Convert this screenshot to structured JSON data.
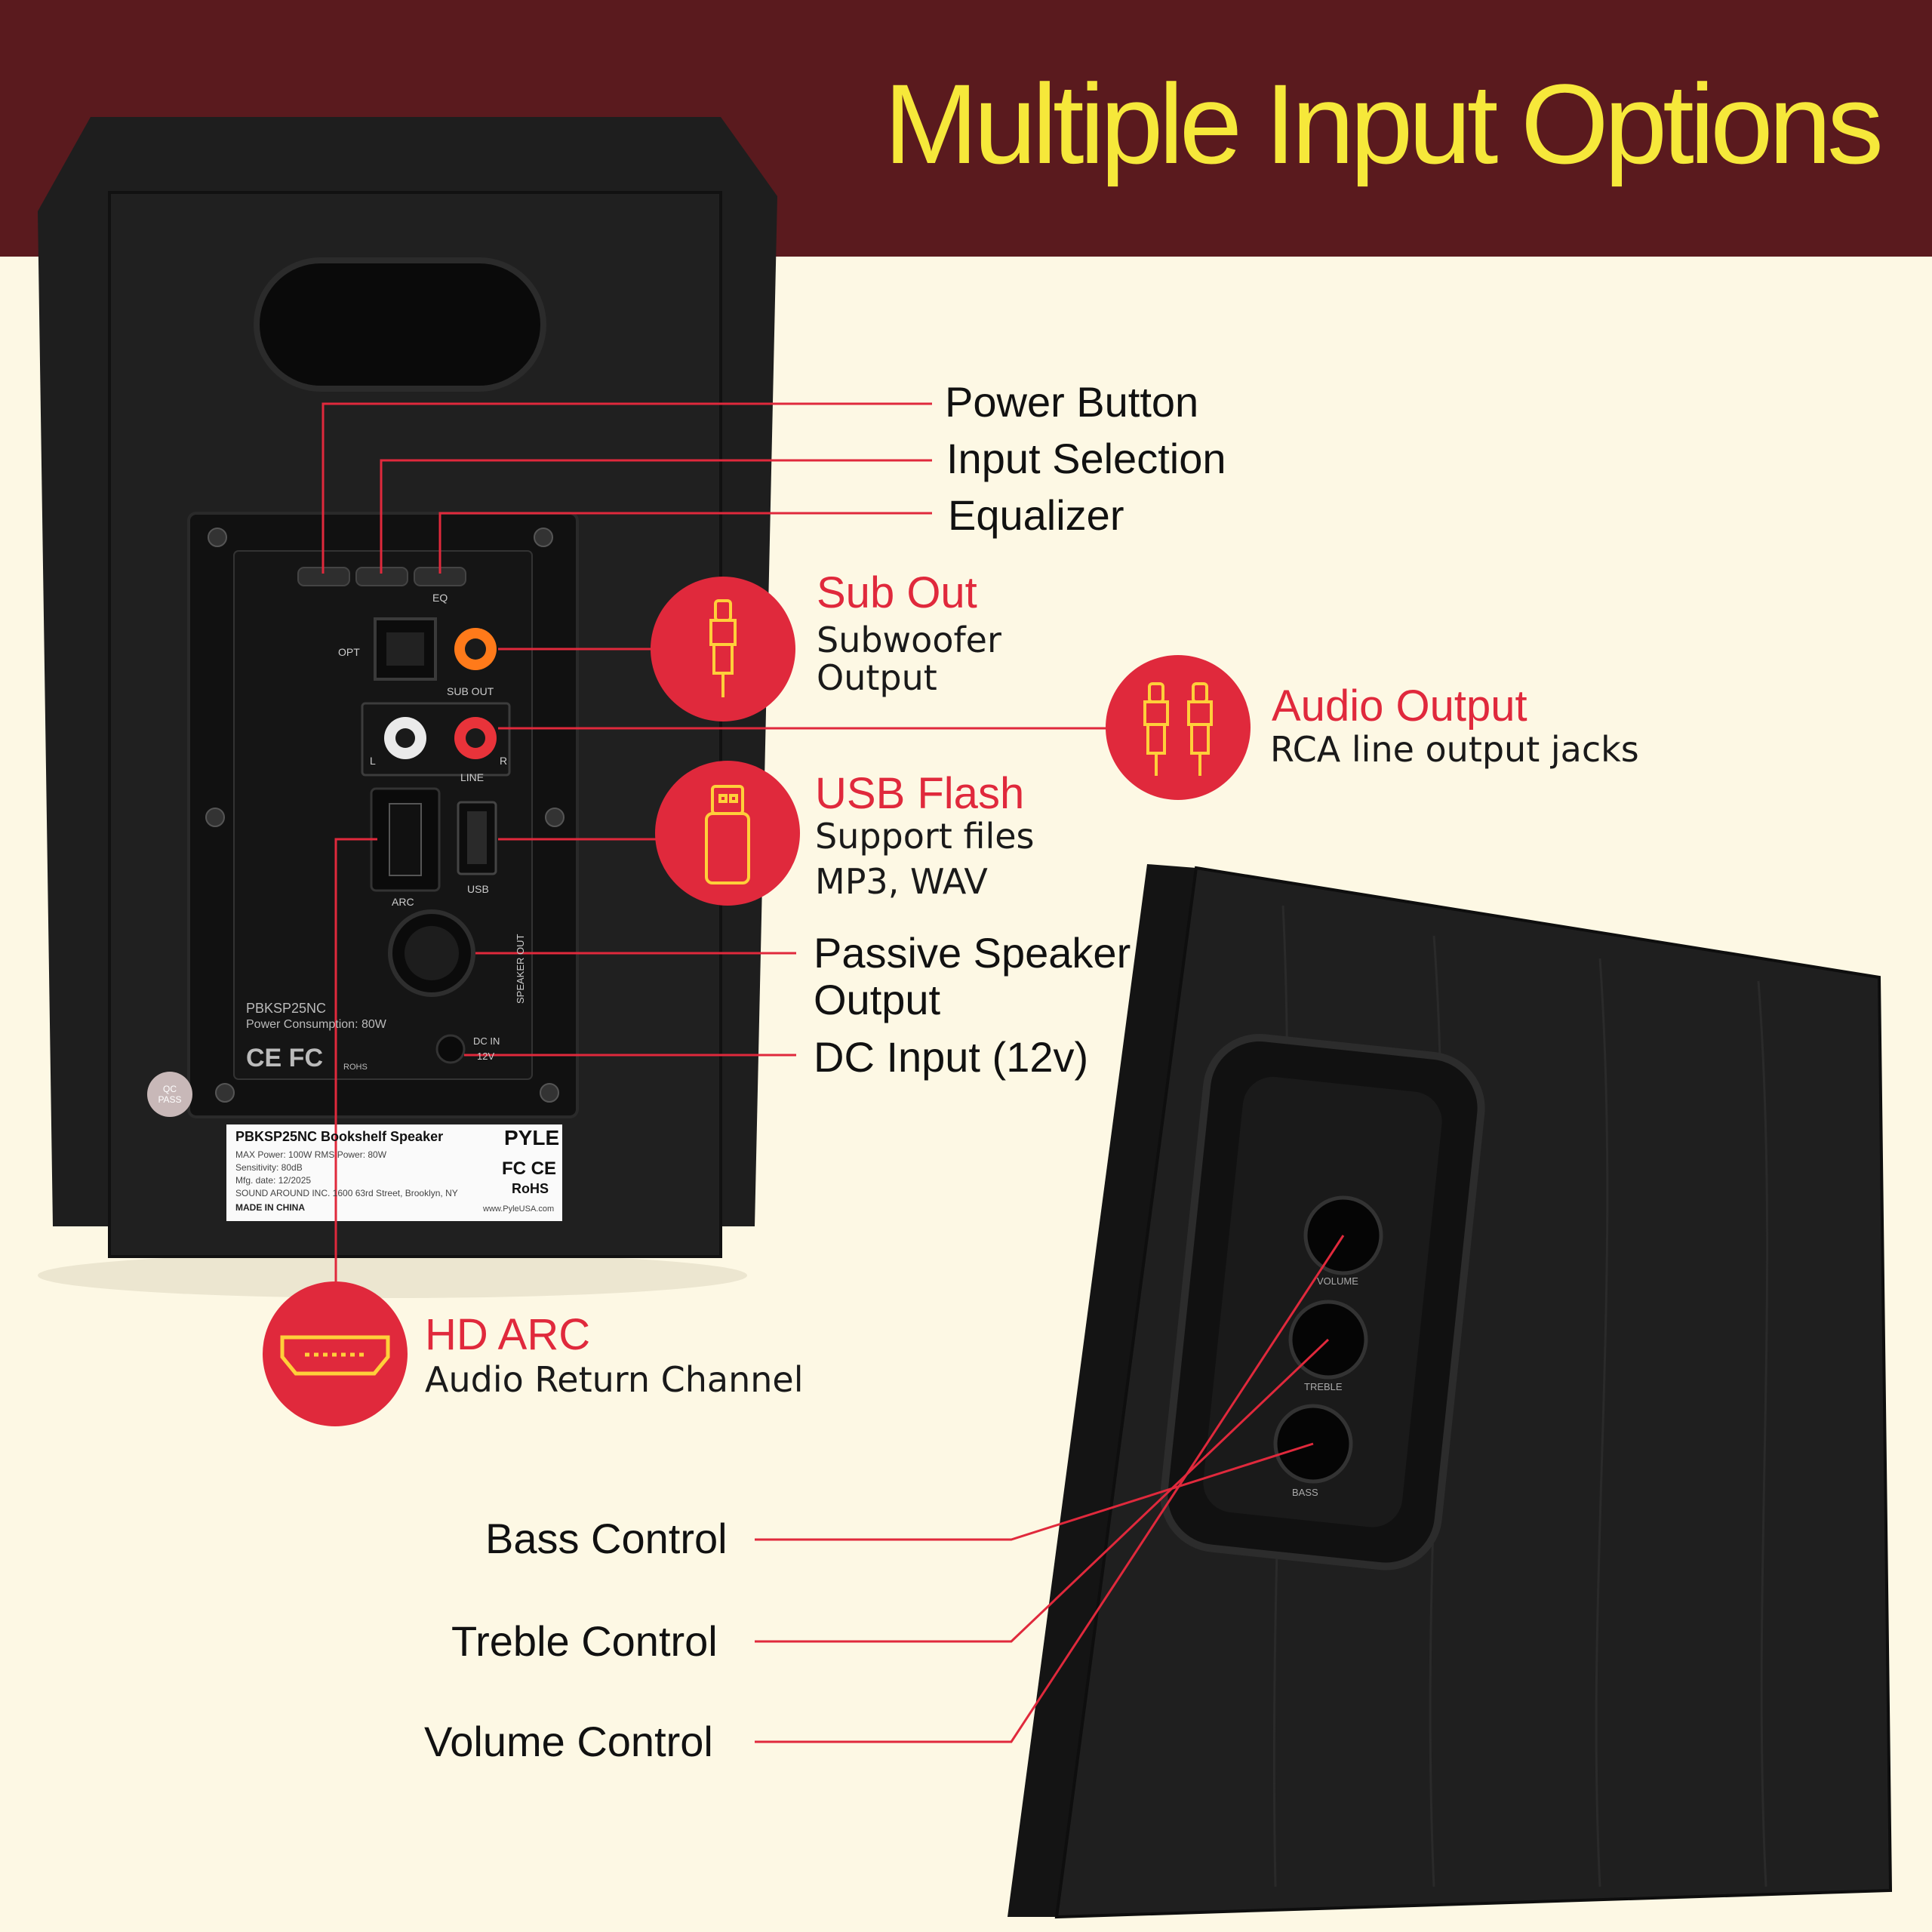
{
  "title": "Multiple Input Options",
  "colors": {
    "banner": "#5a1a1e",
    "title": "#f6e83a",
    "accent": "#e0293c",
    "background": "#fdf8e4",
    "speaker": "#1c1c1c"
  },
  "callouts": {
    "power_button": "Power Button",
    "input_selection": "Input Selection",
    "equalizer": "Equalizer",
    "sub_out": {
      "title": "Sub Out",
      "line1": "Subwoofer",
      "line2": "Output",
      "icon": "rca-plug-icon"
    },
    "audio_output": {
      "title": "Audio Output",
      "line1": "RCA line output jacks",
      "icon": "dual-rca-plug-icon"
    },
    "usb_flash": {
      "title": "USB Flash",
      "line1": "Support files",
      "line2": "MP3, WAV",
      "icon": "usb-drive-icon"
    },
    "passive_speaker": {
      "line1": "Passive Speaker",
      "line2": "Output"
    },
    "dc_input": "DC Input (12v)",
    "hd_arc": {
      "title": "HD ARC",
      "line1": "Audio Return Channel",
      "icon": "hdmi-port-icon"
    },
    "bass_control": "Bass Control",
    "treble_control": "Treble Control",
    "volume_control": "Volume Control"
  },
  "panel": {
    "opt": "OPT",
    "sub_out": "SUB OUT",
    "l": "L",
    "r": "R",
    "line": "LINE",
    "arc": "ARC",
    "usb": "USB",
    "eq": "EQ",
    "speaker_out": "SPEAKER OUT",
    "dc_in": "DC IN",
    "dc_volt": "12V",
    "model": "PBKSP25NC",
    "power_consumption": "Power Consumption: 80W",
    "cert": "CE FC",
    "rohs": "ROHS",
    "qc": "QC PASS"
  },
  "label_sticker": {
    "heading": "PBKSP25NC  Bookshelf Speaker",
    "brand": "PYLE",
    "line1": "MAX Power: 100W    RMS Power: 80W",
    "line2": "Sensitivity: 80dB",
    "line3": "Mfg. date: 12/2025",
    "line4": "SOUND AROUND INC. 1600 63rd Street, Brooklyn, NY",
    "line5": "MADE IN CHINA",
    "url": "www.PyleUSA.com",
    "cert": "FC CE",
    "rohs": "RoHS"
  },
  "knobs": {
    "volume": "VOLUME",
    "treble": "TREBLE",
    "bass": "BASS"
  }
}
